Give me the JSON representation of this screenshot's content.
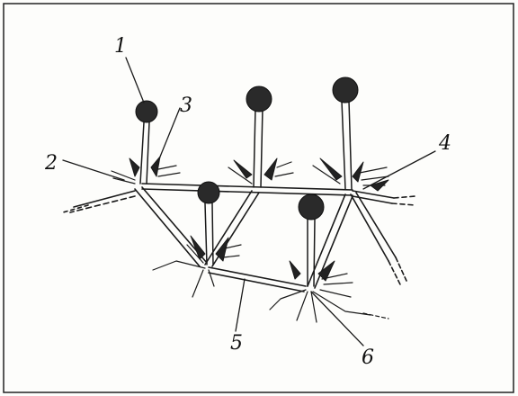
{
  "diagram": {
    "callout_labels": [
      {
        "id": "1",
        "text": "1"
      },
      {
        "id": "2",
        "text": "2"
      },
      {
        "id": "3",
        "text": "3"
      },
      {
        "id": "4",
        "text": "4"
      },
      {
        "id": "5",
        "text": "5"
      },
      {
        "id": "6",
        "text": "6"
      }
    ]
  }
}
